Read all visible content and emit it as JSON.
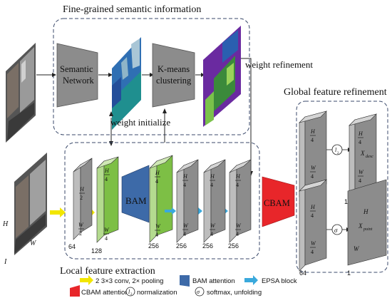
{
  "sections": {
    "semantic_title": "Fine-grained semantic information",
    "global_title": "Global feature refinement",
    "local_title": "Local feature extraction"
  },
  "blocks": {
    "semantic_network": [
      "Semantic",
      "Network"
    ],
    "kmeans": [
      "K-means",
      "clustering"
    ],
    "bam": "BAM",
    "cbam": "CBAM"
  },
  "annotations": {
    "weight_refinement": "weight refinement",
    "weight_initialize": "weight initialize"
  },
  "input": {
    "h_label": "H",
    "w_label": "W",
    "name": "I"
  },
  "frac": {
    "H": "H",
    "W": "W",
    "d2": "2",
    "d4": "4"
  },
  "channels": {
    "c64": "64",
    "c128": "128",
    "c256": "256",
    "c1": "1"
  },
  "outputs": {
    "desc": "X",
    "desc_sub": "desc",
    "point": "X",
    "point_sub": "point",
    "l2_symbol": "l",
    "l2_sub": "2",
    "sigma": "σ",
    "big_h": "H",
    "big_w": "W"
  },
  "legend": {
    "conv": "2 3×3 conv, 2× pooling",
    "bam": "BAM attention",
    "epsa": "EPSA block",
    "cbam": "CBAM attention",
    "l2": "normalization",
    "softmax": "softmax, unfolding",
    "l2_symbol": "l",
    "l2_sub": "2",
    "sigma": "σ"
  },
  "colors": {
    "gray_face": "#8c8c8c",
    "gray_side": "#bdbdbd",
    "green_face": "#7dbf45",
    "green_side": "#b4db8f",
    "bam_blue": "#3d6aa8",
    "cbam_red": "#e8262a",
    "arrow_yellow": "#f2e600",
    "arrow_cyan": "#3aa9dc",
    "dash_border": "#3b4a6b"
  }
}
